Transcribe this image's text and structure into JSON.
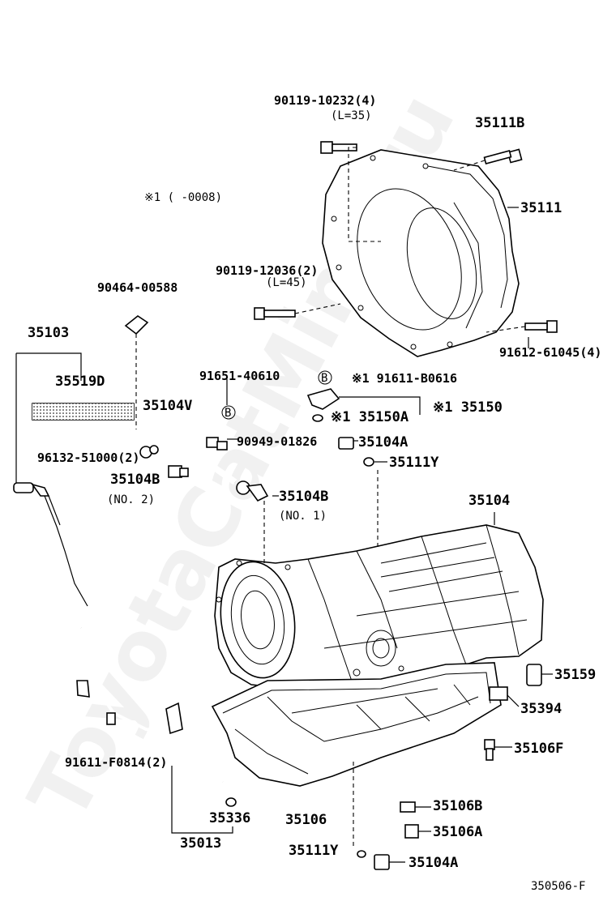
{
  "watermark": "ToyotaCatMinu.ru",
  "diagram_code": "350506-F",
  "note": "※1 (        -0008)",
  "labels": {
    "p90119_10232": "90119-10232(4)",
    "p90119_10232_len": "(L=35)",
    "p35111B": "35111B",
    "p35111": "35111",
    "p90119_12036": "90119-12036(2)",
    "p90119_12036_len": "(L=45)",
    "p91612_61045": "91612-61045(4)",
    "p90464_00588": "90464-00588",
    "p35103": "35103",
    "p35519D": "35519D",
    "p91651_40610": "91651-40610",
    "p35104V": "35104V",
    "b_circle_1": "B",
    "b_circle_2": "B",
    "p91611_B0616": "※1 91611-B0616",
    "p35150": "※1 35150",
    "p35150A": "※1 35150A",
    "p96132_51000": "96132-51000(2)",
    "p90949_01826": "90949-01826",
    "p35104A_top": "35104A",
    "p35111Y_top": "35111Y",
    "p35104B_no2": "35104B",
    "no2": "(NO. 2)",
    "p35104B_no1": "35104B",
    "no1": "(NO. 1)",
    "p35104": "35104",
    "p35159": "35159",
    "p35394": "35394",
    "p35106F": "35106F",
    "p91611_F0814": "91611-F0814(2)",
    "p35106B": "35106B",
    "p35336": "35336",
    "p35106": "35106",
    "p35106A": "35106A",
    "p35013": "35013",
    "p35111Y_bot": "35111Y",
    "p35104A_bot": "35104A"
  }
}
